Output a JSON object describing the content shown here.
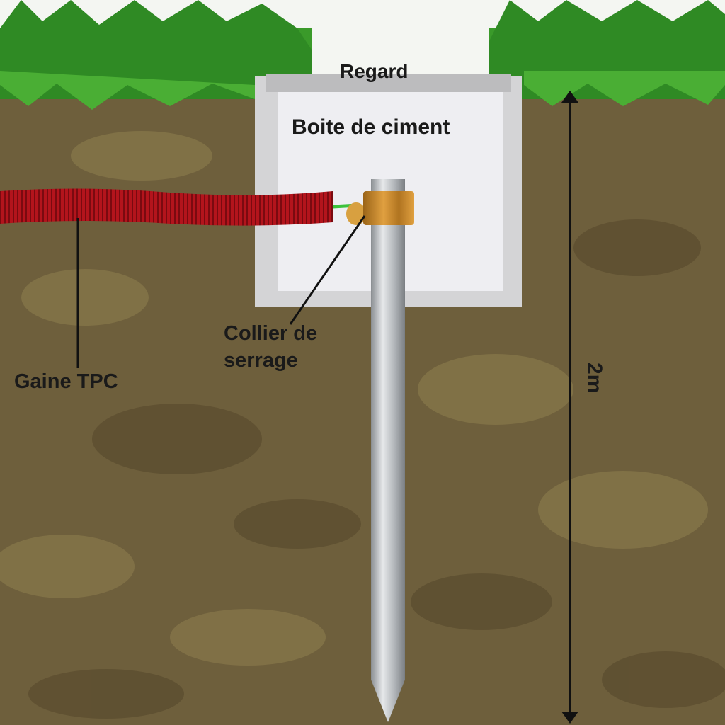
{
  "labels": {
    "regard": "Regard",
    "box": "Boite de ciment",
    "clamp_line1": "Collier de",
    "clamp_line2": "serrage",
    "sheath": "Gaine TPC",
    "depth": "2m"
  },
  "colors": {
    "soil": "#6e5f3c",
    "soil_dark": "#5c4e30",
    "soil_light": "#857549",
    "grass": "#3a9a2a",
    "box_outer": "#d4d4d6",
    "box_inner": "#eeeef2",
    "rod": "#b8bcc0",
    "sheath": "#b3141c",
    "clamp": "#c98a2a",
    "wire": "#3cc23c"
  }
}
